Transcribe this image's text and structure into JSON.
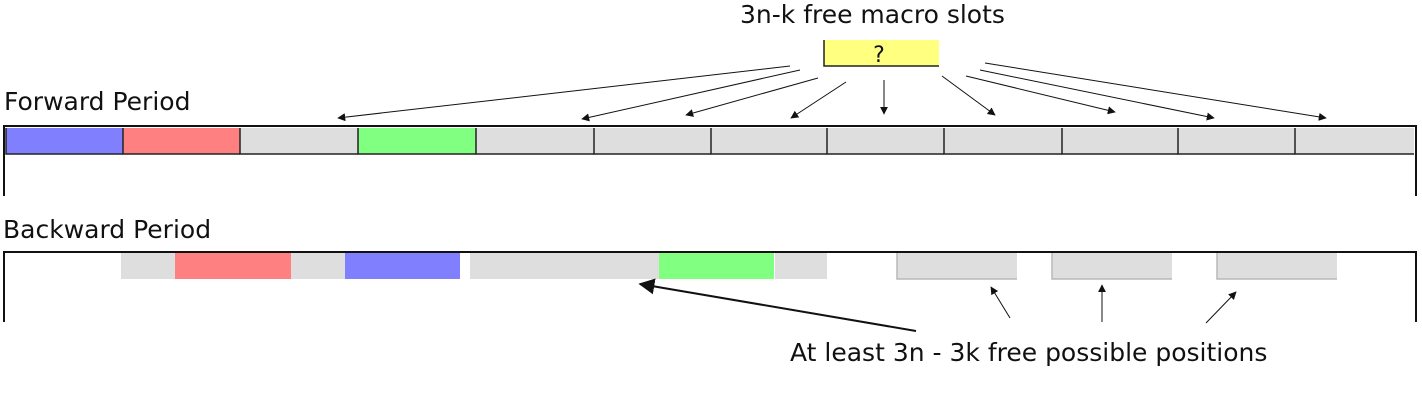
{
  "labels": {
    "top_title": "3n-k free macro slots",
    "question_slot": "?",
    "forward_period": "Forward Period",
    "backward_period": "Backward Period",
    "bottom_note": "At least 3n - 3k free possible positions"
  },
  "colors": {
    "blue": "#8080ff",
    "red": "#ff8080",
    "green": "#80ff80",
    "gray": "#dedede",
    "yellow": "#ffff80"
  },
  "forward_slots": [
    "blue",
    "red",
    "gray",
    "green",
    "gray",
    "gray",
    "gray",
    "gray",
    "gray",
    "gray",
    "gray",
    "gray"
  ],
  "backward_blocks": [
    "gray",
    "red",
    "gray",
    "blue",
    "gray",
    "gray",
    "green",
    "gray",
    "gray",
    "gray",
    "gray"
  ]
}
